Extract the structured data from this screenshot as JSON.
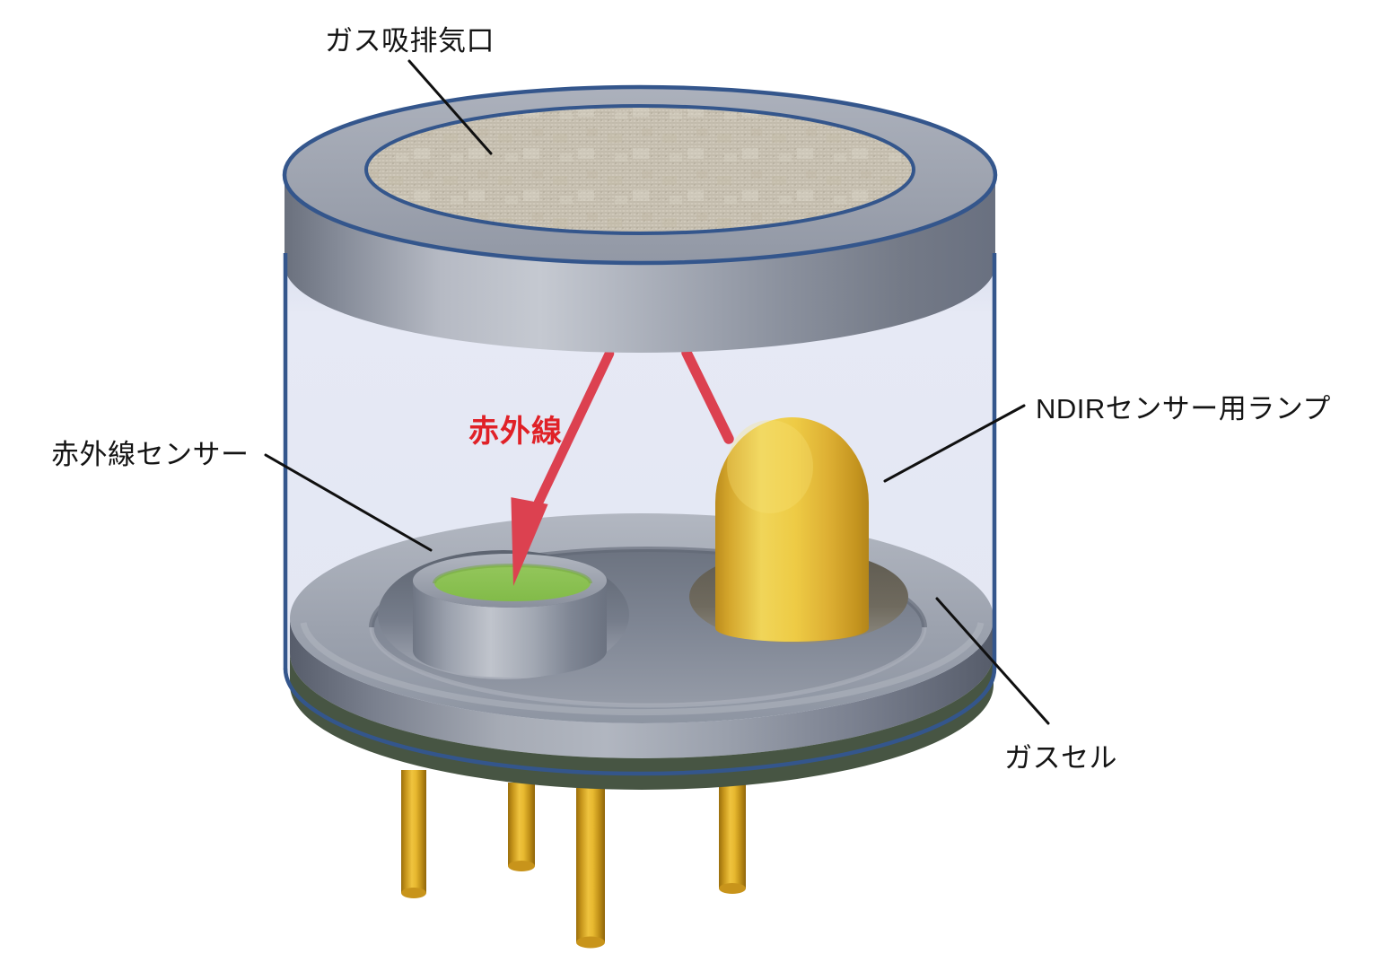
{
  "background_color": "#FFFFFF",
  "labels": {
    "gas_port": "ガス吸排気口",
    "ndir_lamp": "NDIRセンサー用ランプ",
    "ir_sensor": "赤外線センサー",
    "infrared_ray": "赤外線",
    "gas_cell": "ガスセル"
  },
  "colors": {
    "outline_blue": "#34568C",
    "infrared_red": "#DC4150",
    "infrared_text": "#E02127",
    "lamp_yellow": "#EAC83E",
    "sensor_green": "#8CC152",
    "pcb_green": "#475543",
    "pin_gold": "#D9A81F",
    "mesh_beige": "#CDC5B6",
    "glass_tint": "#E3E7F3",
    "metal_gray": "#9AA0AC",
    "label_color": "#141414",
    "leader_line": "#101010"
  }
}
